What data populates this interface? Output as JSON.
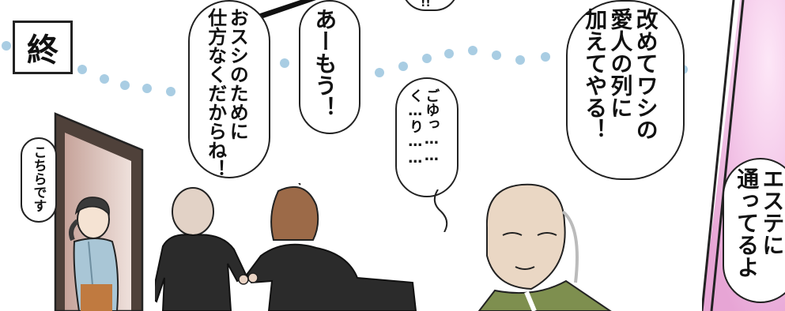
{
  "panel_marker": "終",
  "bubbles": {
    "kochira": "こちらです",
    "osushi": "おスシのために\n仕方なくだからね！",
    "amou": "あーもう！",
    "gyu": "ごゆっ……\nく…り……",
    "aratamete": "改めてワシの\n愛人の列に\n加えてやる！",
    "esthe": "エステに\n通ってるよ",
    "top_fragment": "!!"
  },
  "colors": {
    "dots": "#a9cde3",
    "outline": "#222222",
    "pink_bg": "#f3c6e8",
    "door": "#5a4a42",
    "suit": "#2b2b2b",
    "hair_brown": "#9c6a48",
    "kimono_green": "#7e8f4f"
  }
}
